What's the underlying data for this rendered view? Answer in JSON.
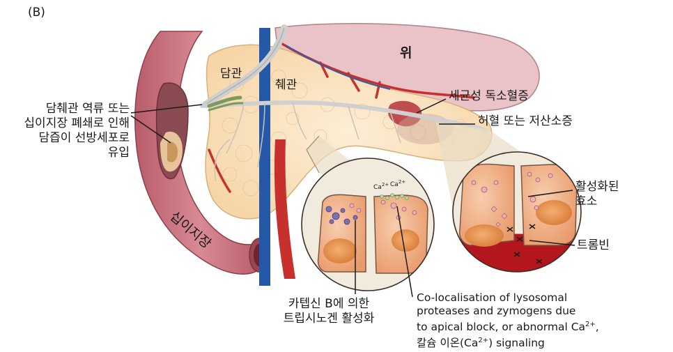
{
  "panel_letter": "(B)",
  "labels": {
    "stomach": "위",
    "bile_duct": "담관",
    "pancreatic_duct": "췌관",
    "duodenum": "십이지장",
    "reflux": [
      "담췌관 역류 또는",
      "십이지장 폐쇄로 인해",
      "담즙이 선방세포로",
      "유입"
    ],
    "bacterial_toxins": "세균성 독소혈증",
    "ischemia": "허혈 또는 저산소증",
    "activated_enzymes": [
      "활성화된",
      "효소"
    ],
    "thrombin": "트롬빈",
    "cathepsin": [
      "카텝신 B에 의한",
      "트립시노겐 활성화"
    ],
    "colocalisation": [
      "Co-localisation of lysosomal",
      "proteases and zymogens due",
      "to apical block, or abnormal Ca",
      "칼슘 이온(Ca",
      ") signaling"
    ],
    "ca_superscript": "2+",
    "ca_small": "Ca",
    "ca_small_sup": "2+"
  },
  "colors": {
    "duodenum": "#c8737f",
    "duodenum_dark": "#a8525f",
    "stomach": "#e9c3c7",
    "pancreas": "#fbe3bf",
    "artery": "#c8302d",
    "vein": "#2559a8",
    "cell": "#f3b48a",
    "nucleus": "#e89855",
    "blood": "#b3161c"
  }
}
